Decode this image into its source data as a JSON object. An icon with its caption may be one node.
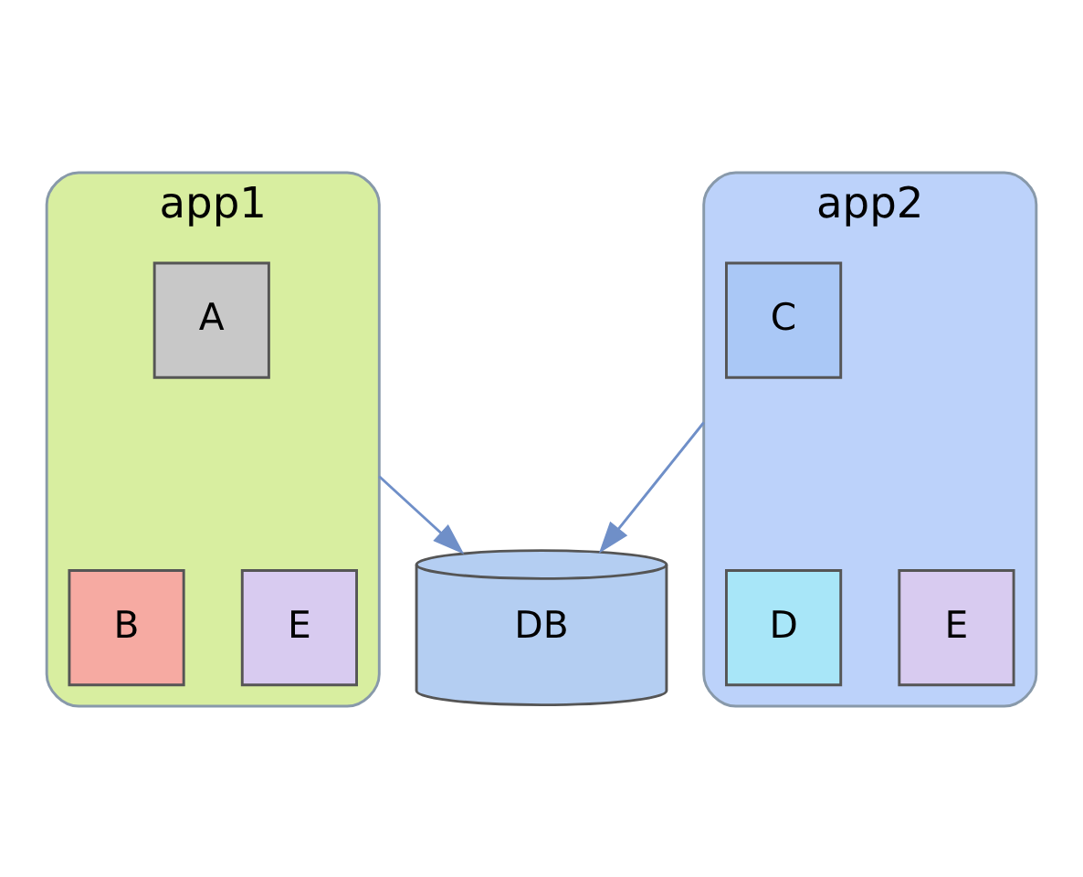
{
  "diagram": {
    "nodes": [
      {
        "text": [
          "app1"
        ]
      },
      {
        "text": [
          "A"
        ],
        "in": 0
      },
      {
        "text": [
          "B"
        ],
        "in": 0
      },
      {
        "text": [
          "E"
        ],
        "in": 0
      },
      {
        "text": [
          "app2"
        ]
      },
      {
        "text": [
          "C"
        ],
        "in": 4
      },
      {
        "text": [
          "D"
        ],
        "in": 4
      },
      {
        "text": [
          "E"
        ],
        "in": 4
      },
      {
        "text": [
          "DB"
        ]
      }
    ],
    "edges": [
      {
        "from": 0,
        "to": 8,
        "arrow": "to"
      },
      {
        "from": 4,
        "to": 8,
        "arrow": "to"
      }
    ]
  }
}
